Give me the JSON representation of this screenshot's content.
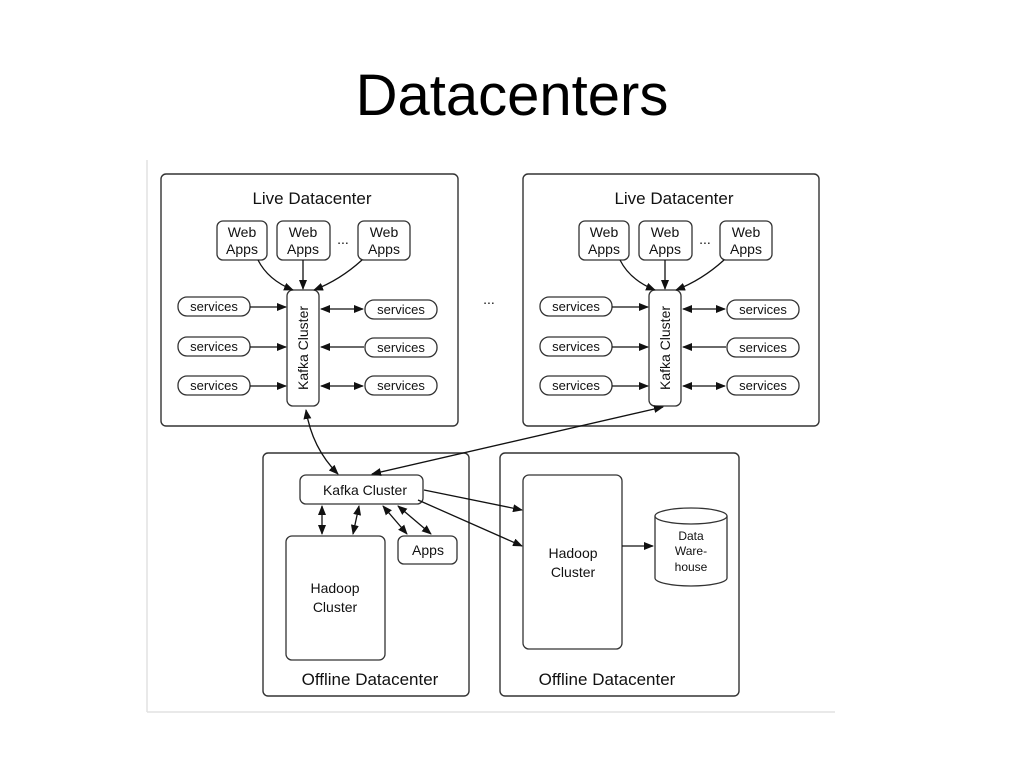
{
  "title": "Datacenters",
  "live_dc_left": {
    "label": "Live Datacenter",
    "web_apps": [
      {
        "line1": "Web",
        "line2": "Apps"
      },
      {
        "line1": "Web",
        "line2": "Apps"
      },
      {
        "line1": "Web",
        "line2": "Apps"
      }
    ],
    "web_ellipsis": "...",
    "kafka_label": "Kafka Cluster",
    "services_left": [
      "services",
      "services",
      "services"
    ],
    "services_right": [
      "services",
      "services",
      "services"
    ]
  },
  "live_dc_right": {
    "label": "Live Datacenter",
    "web_apps": [
      {
        "line1": "Web",
        "line2": "Apps"
      },
      {
        "line1": "Web",
        "line2": "Apps"
      },
      {
        "line1": "Web",
        "line2": "Apps"
      }
    ],
    "web_ellipsis": "...",
    "kafka_label": "Kafka Cluster",
    "services_left": [
      "services",
      "services",
      "services"
    ],
    "services_right": [
      "services",
      "services",
      "services"
    ]
  },
  "between_ellipsis": "...",
  "offline_dc_left": {
    "label": "Offline Datacenter",
    "kafka_label": "Kafka Cluster",
    "apps_label": "Apps",
    "hadoop_line1": "Hadoop",
    "hadoop_line2": "Cluster"
  },
  "offline_dc_right": {
    "label": "Offline Datacenter",
    "hadoop_line1": "Hadoop",
    "hadoop_line2": "Cluster",
    "warehouse_line1": "Data",
    "warehouse_line2": "Ware-",
    "warehouse_line3": "house"
  }
}
